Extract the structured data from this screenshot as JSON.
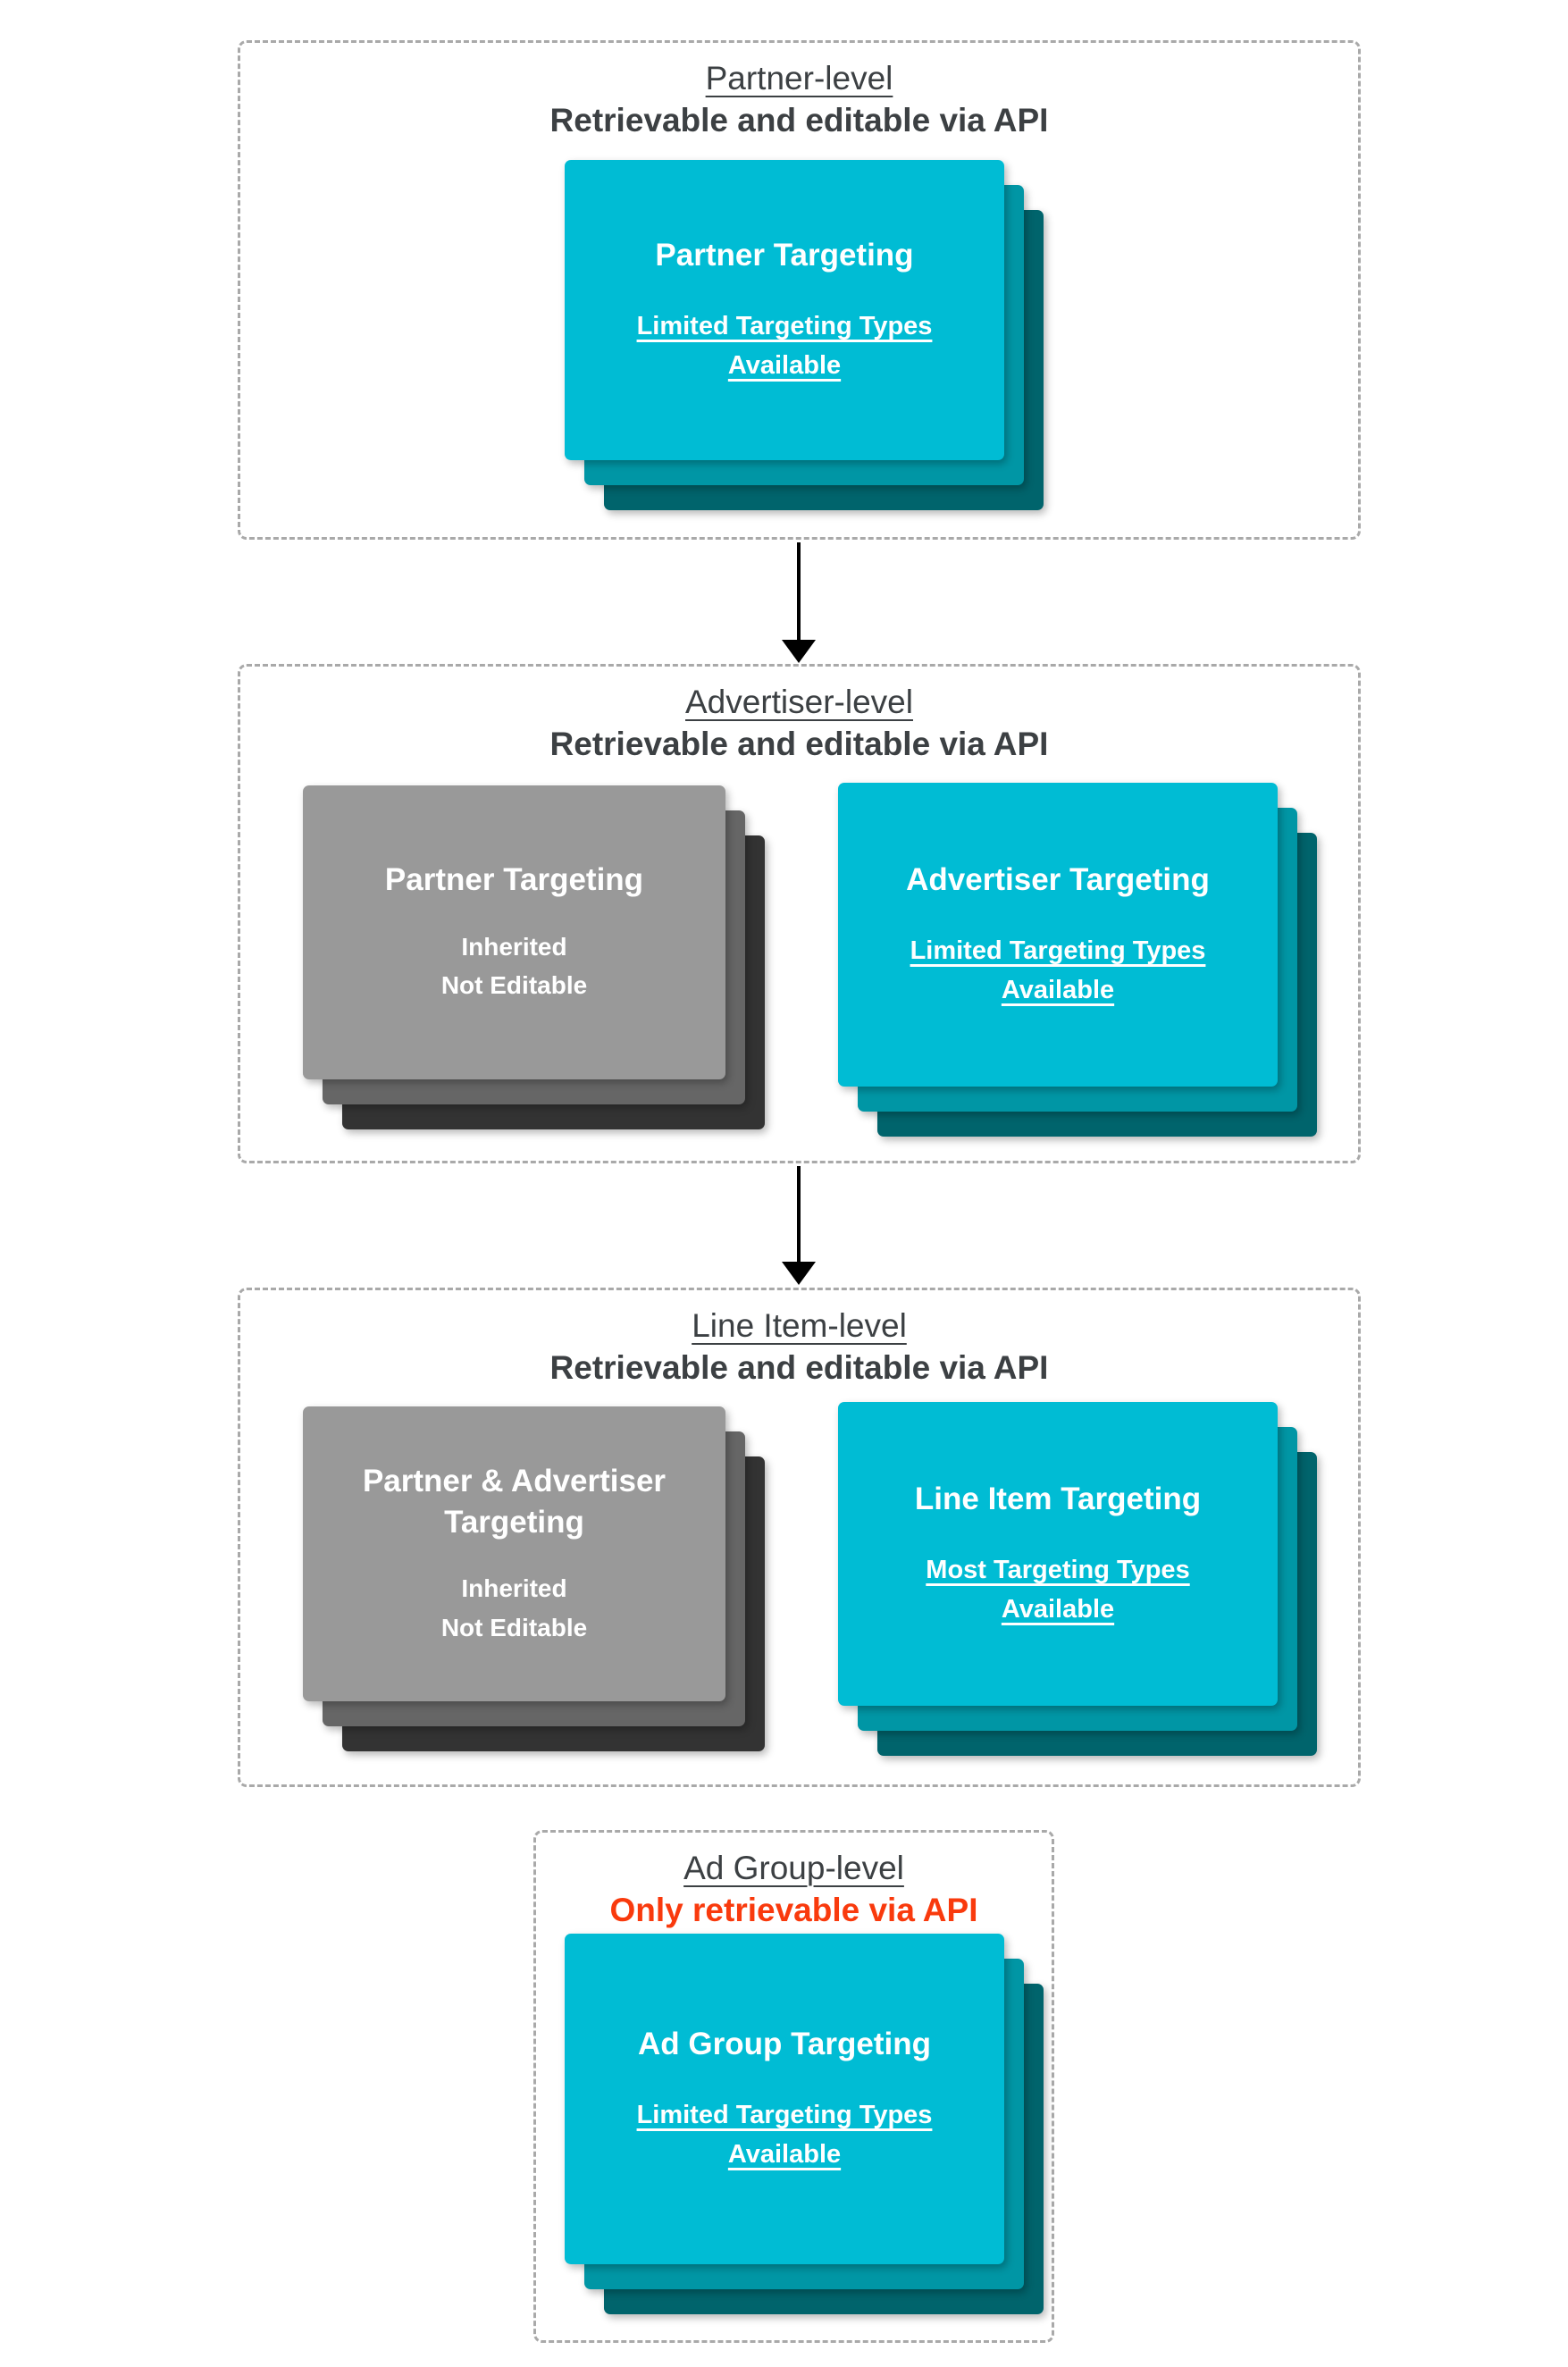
{
  "colors": {
    "teal_main": "#00bcd4",
    "teal_mid": "#0096a5",
    "teal_dark": "#00646c",
    "gray_main": "#999999",
    "gray_mid": "#666666",
    "gray_dark": "#333333",
    "heading_text": "#3c4043",
    "red_text": "#f93a0d",
    "card_text": "#ffffff",
    "dashed_border": "#a9a9a9",
    "arrow": "#000000"
  },
  "sections": [
    {
      "label": "Partner-level",
      "api_note": "Retrievable and editable via API",
      "cards": [
        {
          "variant": "teal",
          "title": "Partner Targeting",
          "subtitle": "Limited Targeting Types Available"
        }
      ]
    },
    {
      "label": "Advertiser-level",
      "api_note": "Retrievable and editable via API",
      "cards": [
        {
          "variant": "gray",
          "title": "Partner Targeting",
          "lines": [
            "Inherited",
            "Not Editable"
          ]
        },
        {
          "variant": "teal",
          "title": "Advertiser Targeting",
          "subtitle": "Limited Targeting Types Available"
        }
      ]
    },
    {
      "label": "Line Item-level",
      "api_note": "Retrievable and editable via API",
      "cards": [
        {
          "variant": "gray",
          "title": "Partner & Advertiser Targeting",
          "lines": [
            "Inherited",
            "Not Editable"
          ]
        },
        {
          "variant": "teal",
          "title": "Line Item Targeting",
          "subtitle": "Most Targeting Types Available"
        }
      ]
    },
    {
      "label": "Ad Group-level",
      "api_note": "Only retrievable via API",
      "cards": [
        {
          "variant": "teal",
          "title": "Ad Group Targeting",
          "subtitle": "Limited Targeting Types Available"
        }
      ]
    }
  ]
}
